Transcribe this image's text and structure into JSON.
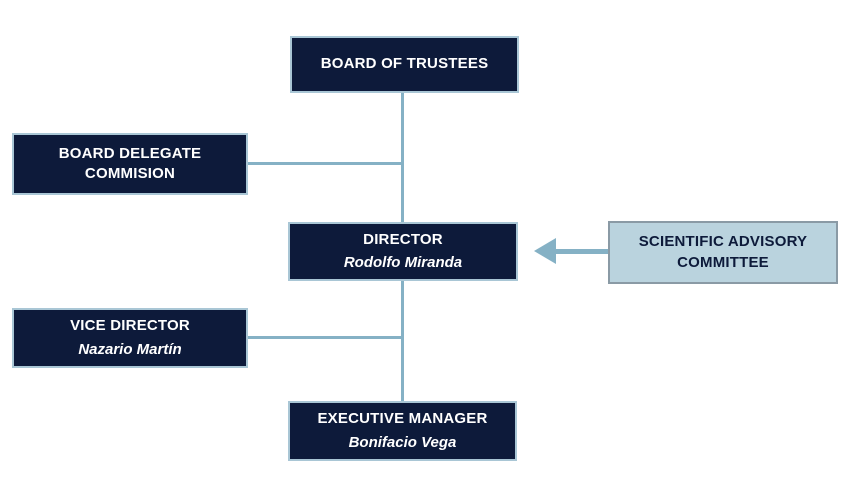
{
  "diagram": {
    "type": "org-chart",
    "nodes": {
      "board_of_trustees": {
        "title": "BOARD OF TRUSTEES"
      },
      "board_delegate_commision": {
        "title": "BOARD DELEGATE COMMISION"
      },
      "director": {
        "title": "DIRECTOR",
        "name": "Rodolfo Miranda"
      },
      "scientific_advisory_committee": {
        "title": "SCIENTIFIC ADVISORY COMMITTEE"
      },
      "vice_director": {
        "title": "VICE DIRECTOR",
        "name": "Nazario Martín"
      },
      "executive_manager": {
        "title": "EXECUTIVE MANAGER",
        "name": "Bonifacio Vega"
      }
    },
    "colors": {
      "node_dark": "#0d1a3a",
      "node_light": "#bad3de",
      "connector": "#85b1c5",
      "text_on_dark": "#ffffff",
      "text_on_light": "#0d1a3a"
    }
  }
}
